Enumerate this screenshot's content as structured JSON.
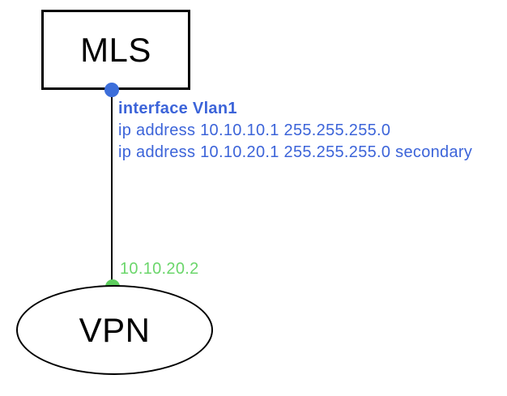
{
  "colors": {
    "background": "#ffffff",
    "node_stroke": "#000000",
    "blue_text": "#3c64d9",
    "blue_dot": "#3c6eda",
    "green_text": "#6bd66b",
    "green_dot": "#5dcd5d"
  },
  "nodes": {
    "mls": {
      "shape": "rectangle",
      "label": "MLS"
    },
    "vpn": {
      "shape": "ellipse",
      "label": "VPN"
    }
  },
  "link": {
    "from": "mls",
    "to": "vpn",
    "config_lines": [
      "interface Vlan1",
      "ip address 10.10.10.1 255.255.255.0",
      "ip address 10.10.20.1 255.255.255.0 secondary"
    ],
    "endpoint_ip_label": "10.10.20.2"
  }
}
